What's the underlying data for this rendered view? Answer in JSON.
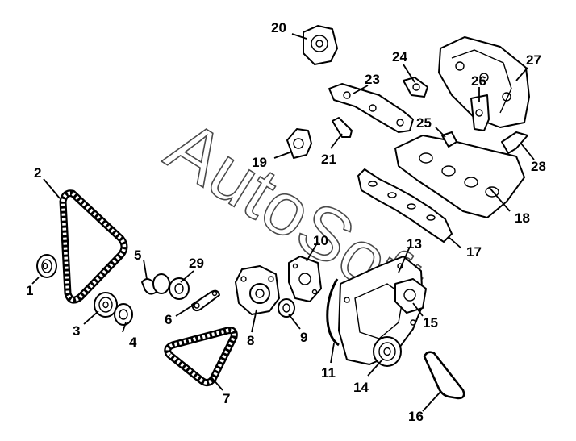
{
  "watermark": "AutoSoft",
  "callouts": {
    "c1": "1",
    "c2": "2",
    "c3": "3",
    "c4": "4",
    "c5": "5",
    "c6": "6",
    "c7": "7",
    "c8": "8",
    "c9": "9",
    "c10": "10",
    "c11": "11",
    "c13": "13",
    "c14": "14",
    "c15": "15",
    "c16": "16",
    "c17": "17",
    "c18": "18",
    "c19": "19",
    "c20": "20",
    "c21": "21",
    "c23": "23",
    "c24": "24",
    "c25": "25",
    "c26": "26",
    "c27": "27",
    "c28": "28",
    "c29": "29"
  }
}
